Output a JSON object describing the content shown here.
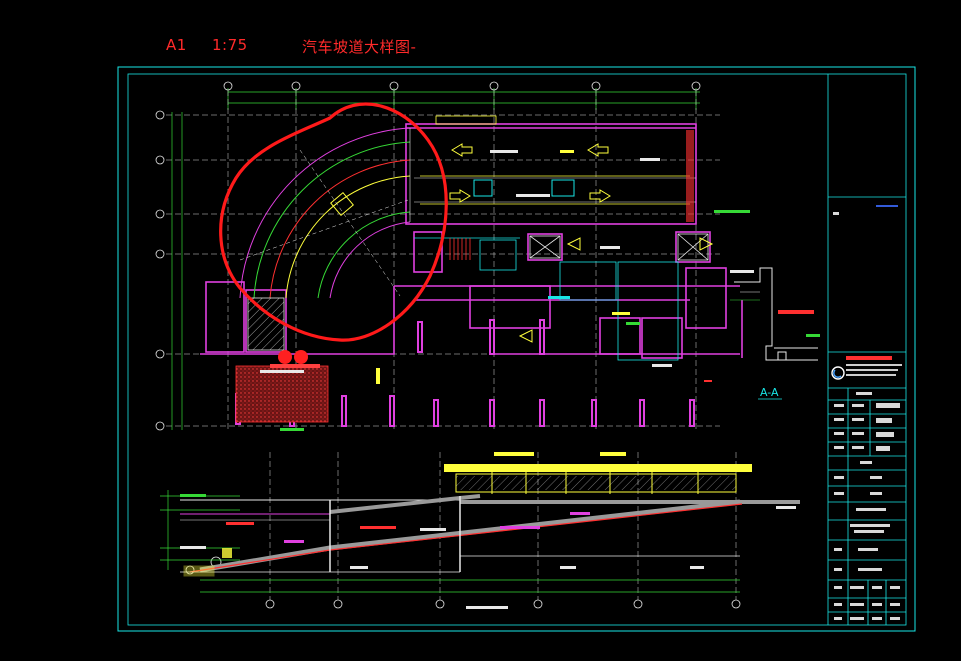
{
  "header": {
    "sheet_size": "A1",
    "scale": "1:75",
    "title": "汽车坡道大样图-"
  },
  "section_label": "A-A",
  "colors": {
    "background": "#000000",
    "frame": "#19e6e6",
    "walls": "#e040e0",
    "grid_lines": "#e8e8e8",
    "dimensions": "#36d936",
    "annotation": "#ffff3c",
    "ramp": "#ff3030",
    "markup_circle": "#ff1a1a"
  }
}
